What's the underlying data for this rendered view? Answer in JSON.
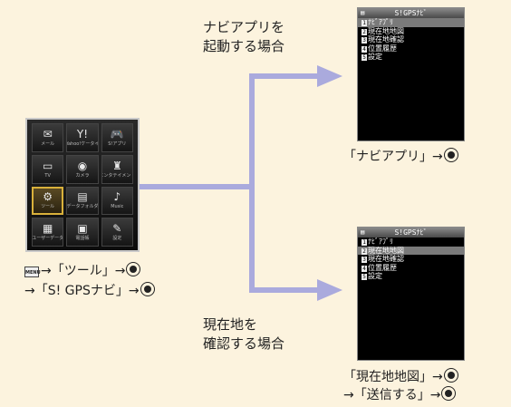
{
  "colors": {
    "background": "#fcf3de",
    "arrow": "#aaaadd"
  },
  "main_menu": {
    "tiles": [
      {
        "icon": "mail-icon",
        "glyph": "✉",
        "label": "メール"
      },
      {
        "icon": "yahoo-icon",
        "glyph": "Y!",
        "label": "Yahoo!ケータイ"
      },
      {
        "icon": "s-appli-icon",
        "glyph": "🎮",
        "label": "S!アプリ"
      },
      {
        "icon": "tv-icon",
        "glyph": "▭",
        "label": "TV"
      },
      {
        "icon": "camera-icon",
        "glyph": "◉",
        "label": "カメラ"
      },
      {
        "icon": "entertainment-icon",
        "glyph": "♜",
        "label": "エンタテイメント"
      },
      {
        "icon": "tool-icon",
        "glyph": "⚙",
        "label": "ツール",
        "selected": true
      },
      {
        "icon": "folder-icon",
        "glyph": "▤",
        "label": "データフォルダ"
      },
      {
        "icon": "music-icon",
        "glyph": "♪",
        "label": "Music"
      },
      {
        "icon": "user-data-icon",
        "glyph": "▦",
        "label": "ユーザーデータ"
      },
      {
        "icon": "phonebook-icon",
        "glyph": "▣",
        "label": "電話帳"
      },
      {
        "icon": "settings-icon",
        "glyph": "✎",
        "label": "設定"
      }
    ]
  },
  "instructions_left": {
    "menu_key": "MENU",
    "line1_text": "→「ツール」→",
    "line2_text": "→「S! GPSナビ」→"
  },
  "top_branch": {
    "caption_line1": "ナビアプリを",
    "caption_line2": "起動する場合",
    "screen": {
      "title": "S!GPSﾅﾋﾞ",
      "items": [
        {
          "num": "1",
          "label": "ﾅﾋﾞｱﾌﾟﾘ"
        },
        {
          "num": "2",
          "label": "現在地地図"
        },
        {
          "num": "3",
          "label": "現在地確認"
        },
        {
          "num": "4",
          "label": "位置履歴"
        },
        {
          "num": "5",
          "label": "設定"
        }
      ],
      "highlighted_index": 0
    },
    "instruction": "「ナビアプリ」→"
  },
  "bottom_branch": {
    "caption_line1": "現在地を",
    "caption_line2": "確認する場合",
    "screen": {
      "title": "S!GPSﾅﾋﾞ",
      "items": [
        {
          "num": "1",
          "label": "ﾅﾋﾞｱﾌﾟﾘ"
        },
        {
          "num": "2",
          "label": "現在地地図"
        },
        {
          "num": "3",
          "label": "現在地確認"
        },
        {
          "num": "4",
          "label": "位置履歴"
        },
        {
          "num": "5",
          "label": "設定"
        }
      ],
      "highlighted_index": 1
    },
    "instruction_line1": "「現在地地図」→",
    "instruction_line2": "→「送信する」→"
  }
}
